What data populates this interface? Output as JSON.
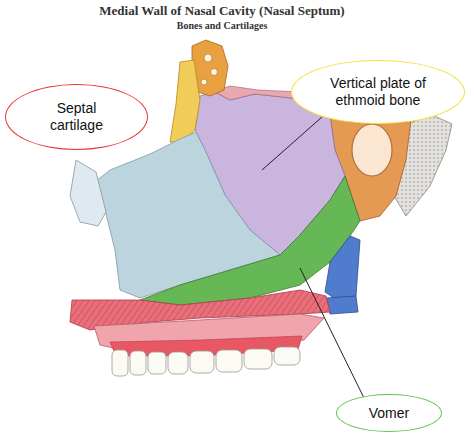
{
  "diagram": {
    "title": "Medial Wall of Nasal Cavity (Nasal Septum)",
    "nodes": [
      {
        "text": [
          "Vertical plate of ethmoid bone"
        ]
      },
      {
        "text": [
          "Septal cartilage"
        ]
      },
      {
        "text": [
          "Vomer"
        ]
      }
    ],
    "labels": [
      "Bones and Cartilages"
    ]
  }
}
